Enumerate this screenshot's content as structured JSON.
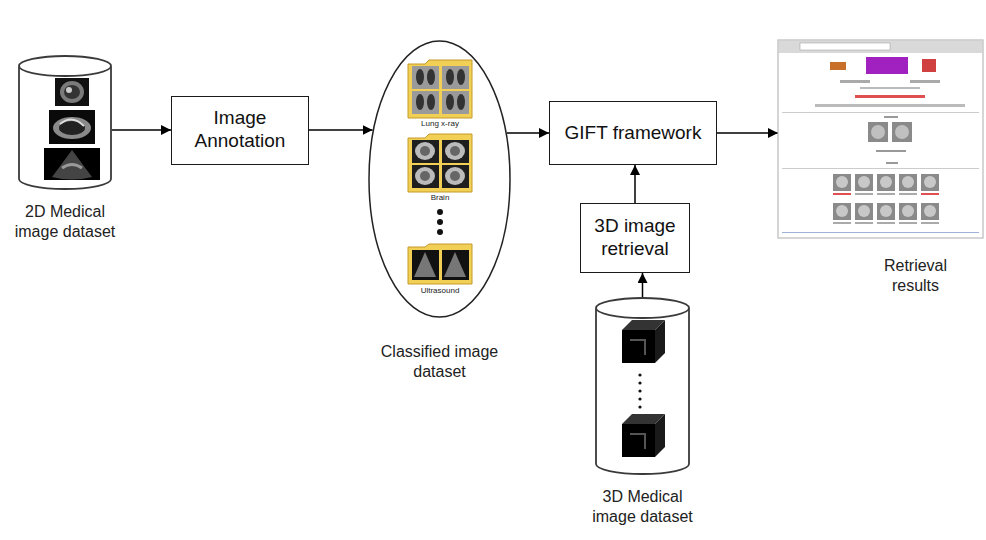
{
  "diagram": {
    "nodes": [
      {
        "text": [
          "2D Medical image dataset"
        ]
      },
      {
        "text": [
          "Image Annotation"
        ]
      },
      {
        "text": [
          "Classified image dataset"
        ]
      },
      {
        "text": [
          "GIFT framework"
        ]
      },
      {
        "text": [
          "3D image retrieval"
        ]
      },
      {
        "text": [
          "3D Medical image dataset"
        ]
      },
      {
        "text": [
          "Retrieval results"
        ]
      }
    ],
    "edges": [
      {
        "from": 0,
        "to": 1,
        "arrow": "to"
      },
      {
        "from": 1,
        "to": 2,
        "arrow": "to"
      },
      {
        "from": 2,
        "to": 3,
        "arrow": "to"
      },
      {
        "from": 5,
        "to": 4,
        "arrow": "to"
      },
      {
        "from": 4,
        "to": 3,
        "arrow": "to"
      },
      {
        "from": 3,
        "to": 6,
        "arrow": "to"
      }
    ],
    "labels": [
      "Lung x-ray",
      "Brain",
      "Ultrasound"
    ]
  }
}
